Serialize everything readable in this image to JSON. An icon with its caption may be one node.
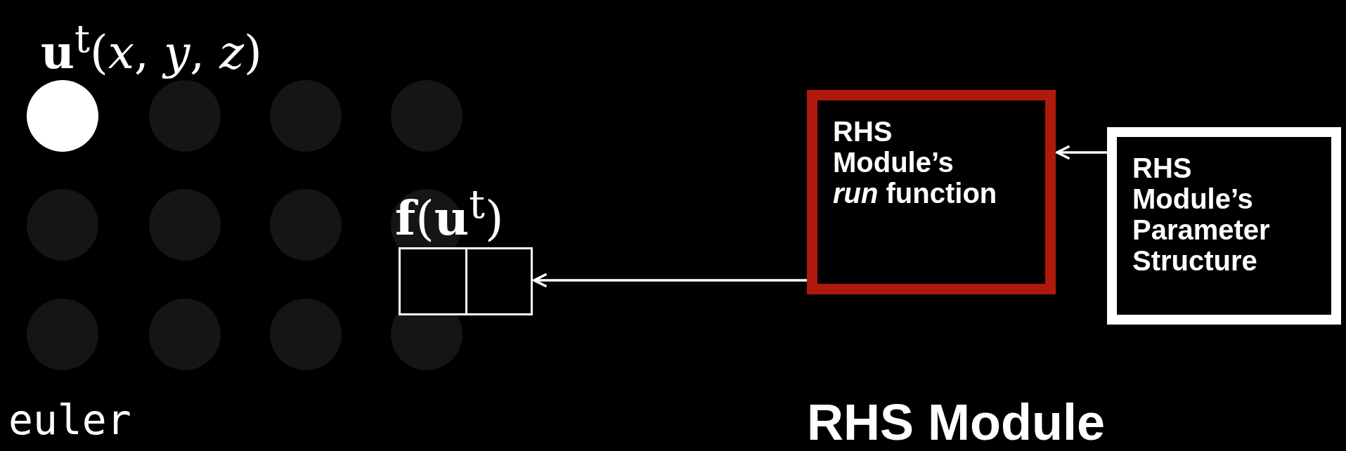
{
  "diagram": {
    "nodes": [
      {
        "text": [
          "RHS Module’s *run* function"
        ]
      },
      {
        "text": [
          "RHS Module’s Parameter Structure"
        ]
      },
      {
        "text": [],
        "shape": "box",
        "beside": [
          "**f**(**u**$^{t}$)"
        ]
      }
    ],
    "edges": [
      {
        "from": 1,
        "to": 0,
        "arrow": "to"
      },
      {
        "from": 0,
        "to": 2,
        "arrow": "to"
      }
    ],
    "labels": [
      "**u**$^{t}$(*x*, *y*, *z*)",
      "euler",
      "RHS Module"
    ]
  }
}
